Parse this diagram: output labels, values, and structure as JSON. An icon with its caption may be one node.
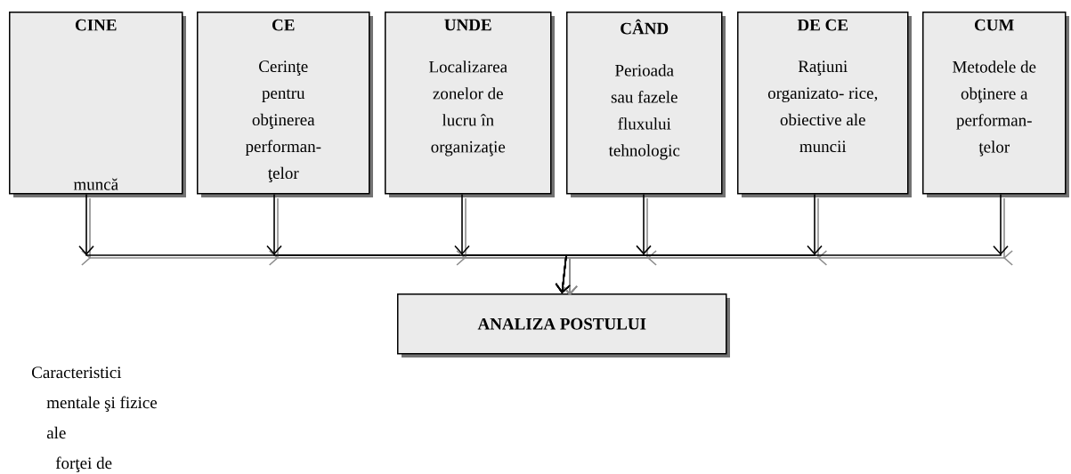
{
  "diagram": {
    "nodes": [
      {
        "text": [
          "CINE",
          "muncă"
        ]
      },
      {
        "text": [
          "CE",
          "Cerinţe pentru obţinerea performan- ţelor"
        ]
      },
      {
        "text": [
          "UNDE",
          "Localizarea zonelor de lucru în organizaţie"
        ]
      },
      {
        "text": [
          "CÂND",
          "Perioada sau fazele fluxului tehnologic"
        ]
      },
      {
        "text": [
          "DE CE",
          "Raţiuni organizato- rice, obiective ale muncii"
        ]
      },
      {
        "text": [
          "CUM",
          "Metodele de obţinere a performan- ţelor"
        ]
      },
      {
        "text": [
          "ANALIZA POSTULUI"
        ]
      }
    ],
    "edges": [
      {
        "from": 0,
        "to": 6,
        "arrow": "to"
      },
      {
        "from": 1,
        "to": 6,
        "arrow": "to"
      },
      {
        "from": 2,
        "to": 6,
        "arrow": "to"
      },
      {
        "from": 3,
        "to": 6,
        "arrow": "to"
      },
      {
        "from": 4,
        "to": 6,
        "arrow": "to"
      },
      {
        "from": 5,
        "to": 6,
        "arrow": "to"
      }
    ],
    "labels": [
      "Caracteristici",
      "mentale şi fizice",
      "ale",
      "forţei de"
    ]
  }
}
